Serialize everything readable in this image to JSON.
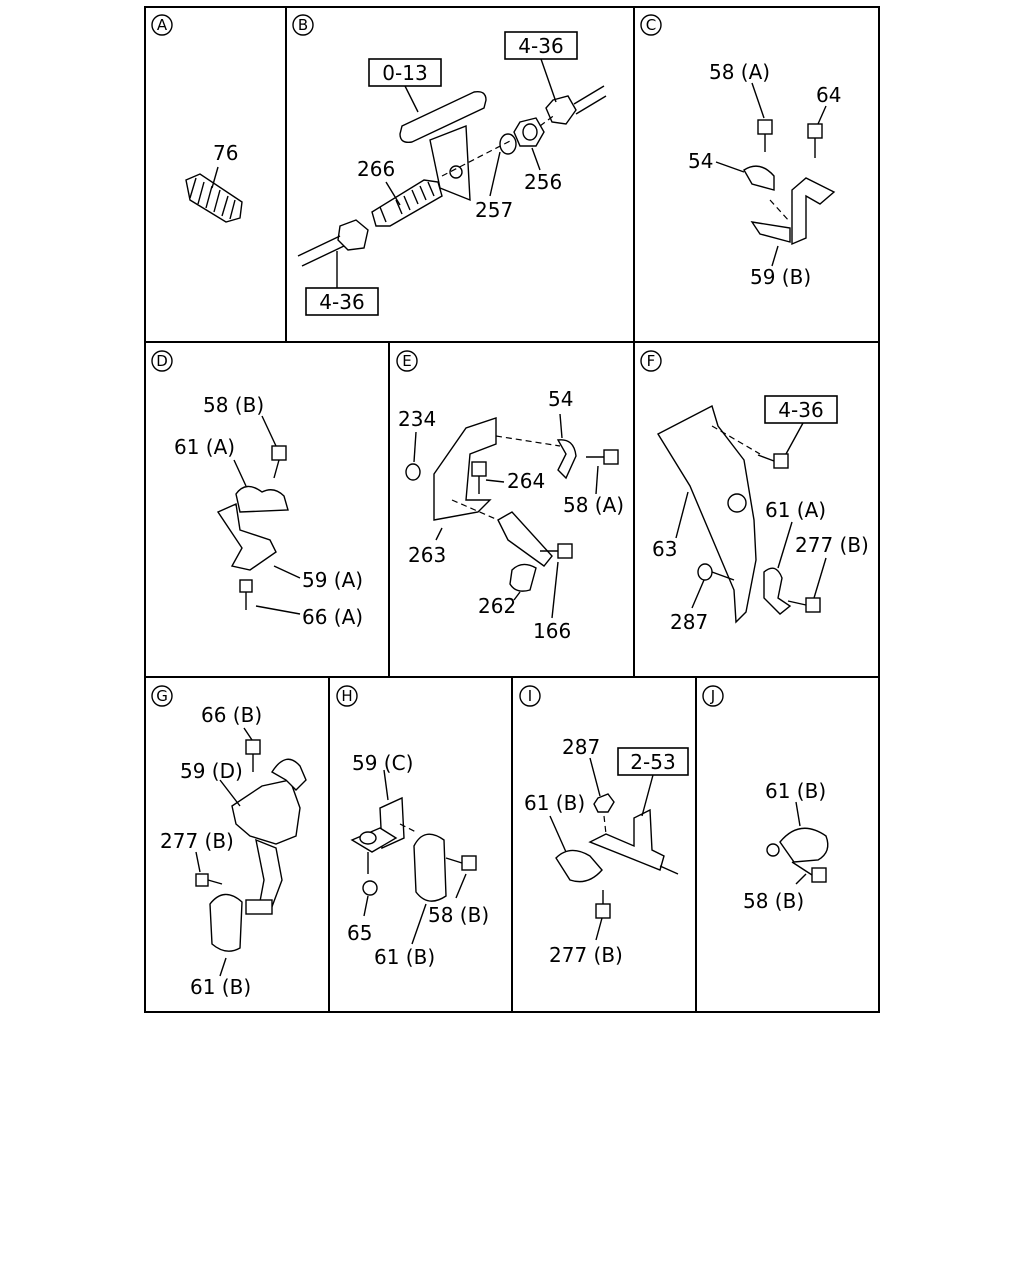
{
  "panels": {
    "A": {
      "id": "A",
      "labels": {
        "p76": "76"
      }
    },
    "B": {
      "id": "B",
      "labels": {
        "ref_013": "0-13",
        "ref_436_top": "4-36",
        "ref_436_bottom": "4-36",
        "p266": "266",
        "p257": "257",
        "p256": "256"
      }
    },
    "C": {
      "id": "C",
      "labels": {
        "p58a": "58 (A)",
        "p64": "64",
        "p54": "54",
        "p59b": "59 (B)"
      }
    },
    "D": {
      "id": "D",
      "labels": {
        "p58b": "58 (B)",
        "p61a": "61 (A)",
        "p59a": "59 (A)",
        "p66a": "66 (A)"
      }
    },
    "E": {
      "id": "E",
      "labels": {
        "p54": "54",
        "p234": "234",
        "p264": "264",
        "p58a": "58 (A)",
        "p263": "263",
        "p262": "262",
        "p166": "166"
      }
    },
    "F": {
      "id": "F",
      "labels": {
        "ref_436": "4-36",
        "p63": "63",
        "p61a": "61 (A)",
        "p277b": "277 (B)",
        "p287": "287"
      }
    },
    "G": {
      "id": "G",
      "labels": {
        "p66b": "66 (B)",
        "p59d": "59 (D)",
        "p277b": "277 (B)",
        "p61b": "61 (B)"
      }
    },
    "H": {
      "id": "H",
      "labels": {
        "p59c": "59 (C)",
        "p65": "65",
        "p58b": "58 (B)",
        "p61b": "61 (B)"
      }
    },
    "I": {
      "id": "I",
      "labels": {
        "p287": "287",
        "ref_253": "2-53",
        "p61b": "61 (B)",
        "p277b": "277 (B)"
      }
    },
    "J": {
      "id": "J",
      "labels": {
        "p61b": "61 (B)",
        "p58b": "58 (B)"
      }
    }
  }
}
